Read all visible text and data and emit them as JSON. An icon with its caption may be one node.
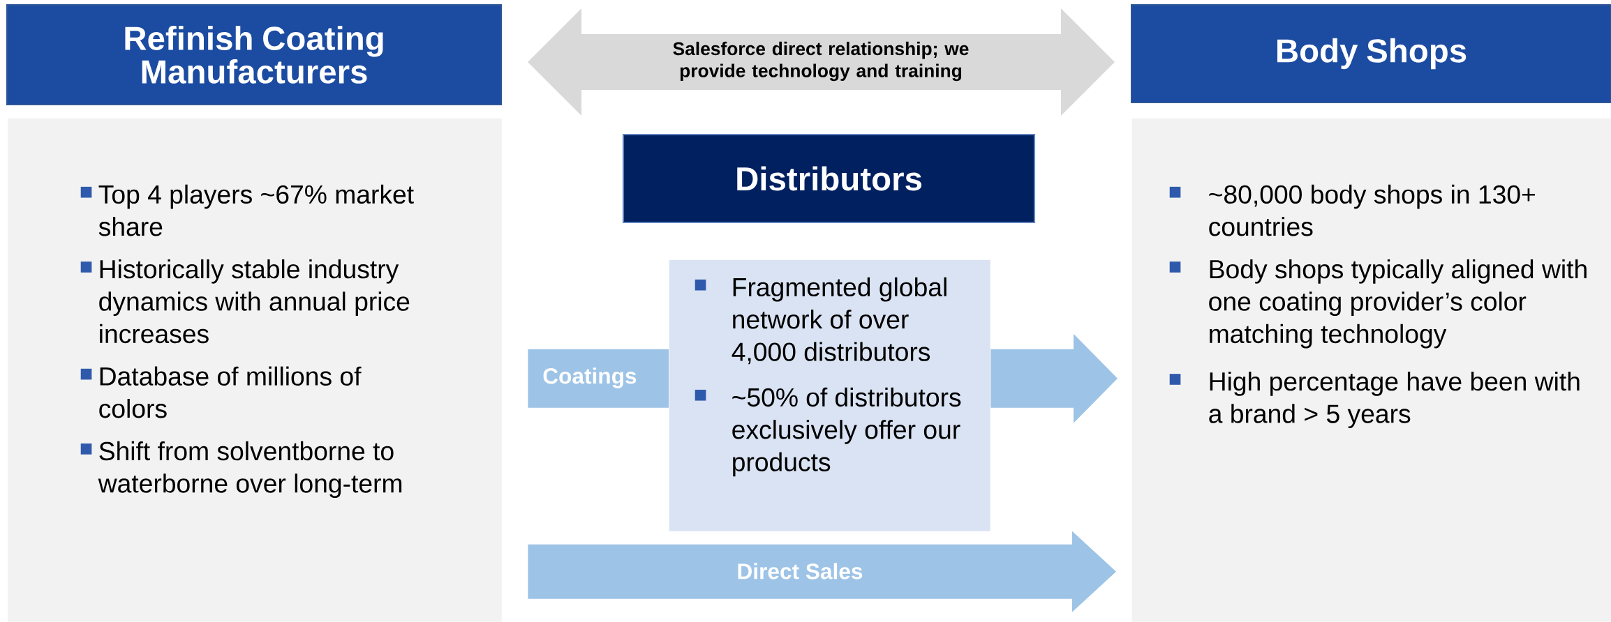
{
  "diagram": {
    "nodes": [
      {
        "text": [
          "Refinish Coating Manufacturers"
        ]
      },
      {
        "text": [
          "Top 4 players ~67% market share",
          "Historically stable industry dynamics with annual price increases",
          "Database of millions of colors",
          "Shift from solventborne to waterborne over long-term"
        ]
      },
      {
        "text": [
          "Body Shops"
        ]
      },
      {
        "text": [
          "~80,000 body shops in 130+ countries",
          "Body shops typically aligned with one coating provider’s color matching technology",
          "High percentage have been with a brand > 5 years"
        ]
      },
      {
        "text": [
          "Distributors"
        ]
      },
      {
        "text": [
          "Fragmented global network of over 4,000 distributors",
          "~50% of distributors exclusively offer our products"
        ]
      }
    ],
    "edges": [
      {
        "from": 0,
        "to": 2,
        "arrow": "both",
        "label": "Salesforce direct relationship; we provide technology and training",
        "color": "#d9d9d9"
      },
      {
        "from": 1,
        "to": 5,
        "arrow": "none",
        "label": "Coatings"
      },
      {
        "from": 5,
        "to": 3,
        "arrow": "to"
      },
      {
        "from": 1,
        "to": 3,
        "arrow": "to",
        "label": "Direct Sales"
      }
    ]
  }
}
